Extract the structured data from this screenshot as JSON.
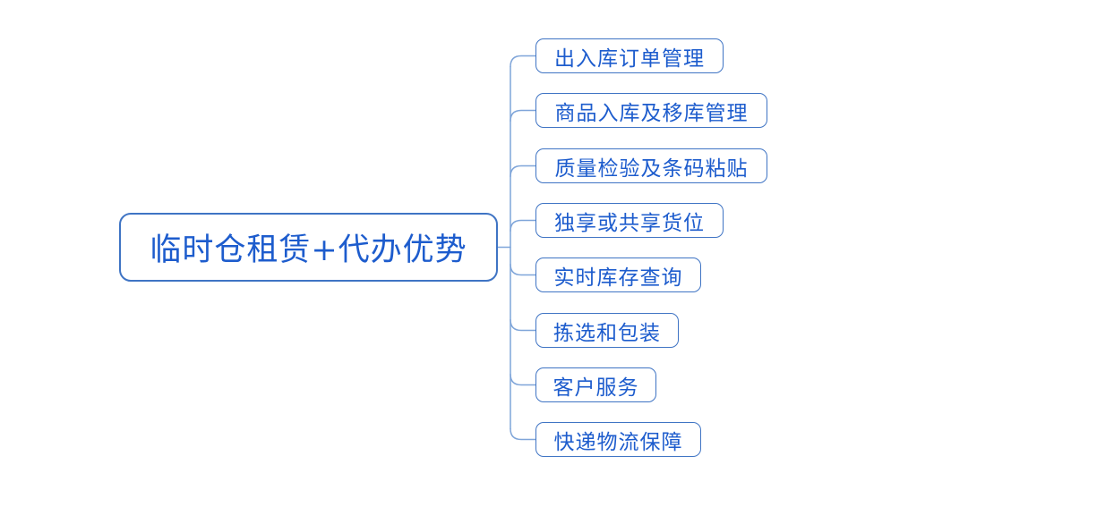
{
  "root": {
    "label": "临时仓租赁+代办优势"
  },
  "children": [
    {
      "label": "出入库订单管理"
    },
    {
      "label": "商品入库及移库管理"
    },
    {
      "label": "质量检验及条码粘贴"
    },
    {
      "label": "独享或共享货位"
    },
    {
      "label": "实时库存查询"
    },
    {
      "label": "拣选和包装"
    },
    {
      "label": "客户服务"
    },
    {
      "label": "快递物流保障"
    }
  ],
  "colors": {
    "node_border": "#3F74C4",
    "connector": "#7FA5D9",
    "text": "#1D5CCD",
    "background": "#FFFFFF"
  }
}
